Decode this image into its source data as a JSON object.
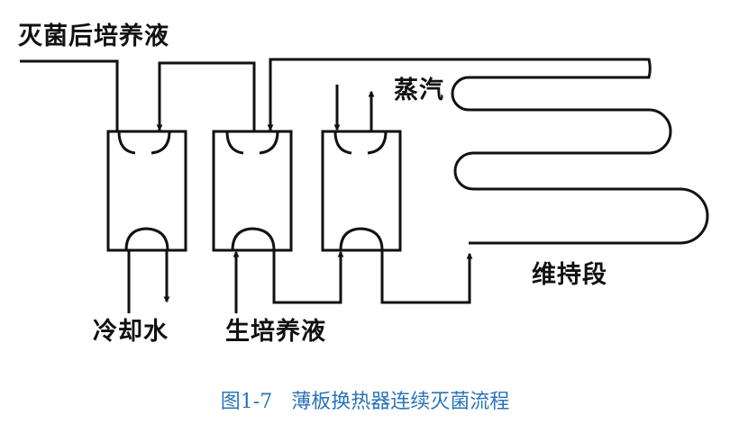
{
  "labels": {
    "sterilized_culture": "灭菌后培养液",
    "steam": "蒸汽",
    "holding_section": "维持段",
    "cooling_water": "冷却水",
    "raw_culture": "生培养液"
  },
  "caption": {
    "number": "图1-7",
    "title": "薄板换热器连续灭菌流程"
  },
  "colors": {
    "line": "#111111",
    "caption": "#2a73b8",
    "background": "#ffffff"
  }
}
